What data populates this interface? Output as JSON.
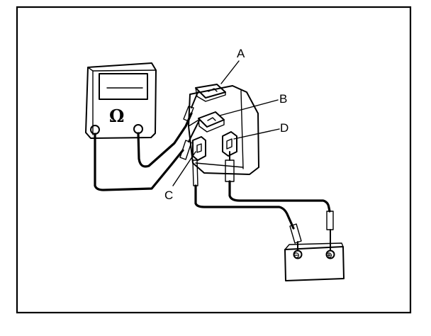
{
  "meter": {
    "symbol": "Ω",
    "icon": "ohmmeter-icon"
  },
  "relay": {
    "icon": "relay-icon"
  },
  "battery": {
    "icon": "battery-icon",
    "negative_symbol": "⊖",
    "positive_symbol": "⊕"
  },
  "labels": {
    "a": "A",
    "b": "B",
    "c": "C",
    "d": "D"
  },
  "colors": {
    "ink": "#000000",
    "paper": "#ffffff"
  }
}
